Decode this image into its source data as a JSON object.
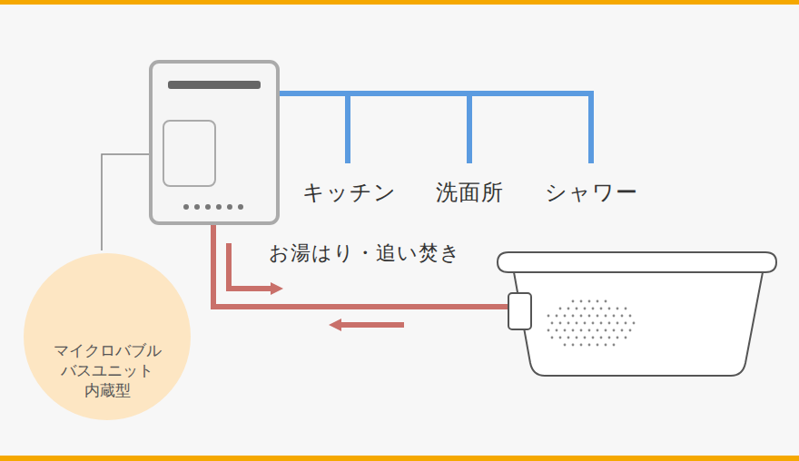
{
  "diagram": {
    "nodes": [
      {
        "text": [
          "マイクロバブル バスユニット 内蔵型"
        ]
      }
    ],
    "labels": [
      "キッチン",
      "洗面所",
      "シャワー",
      "お湯はり・追い焚き"
    ]
  }
}
